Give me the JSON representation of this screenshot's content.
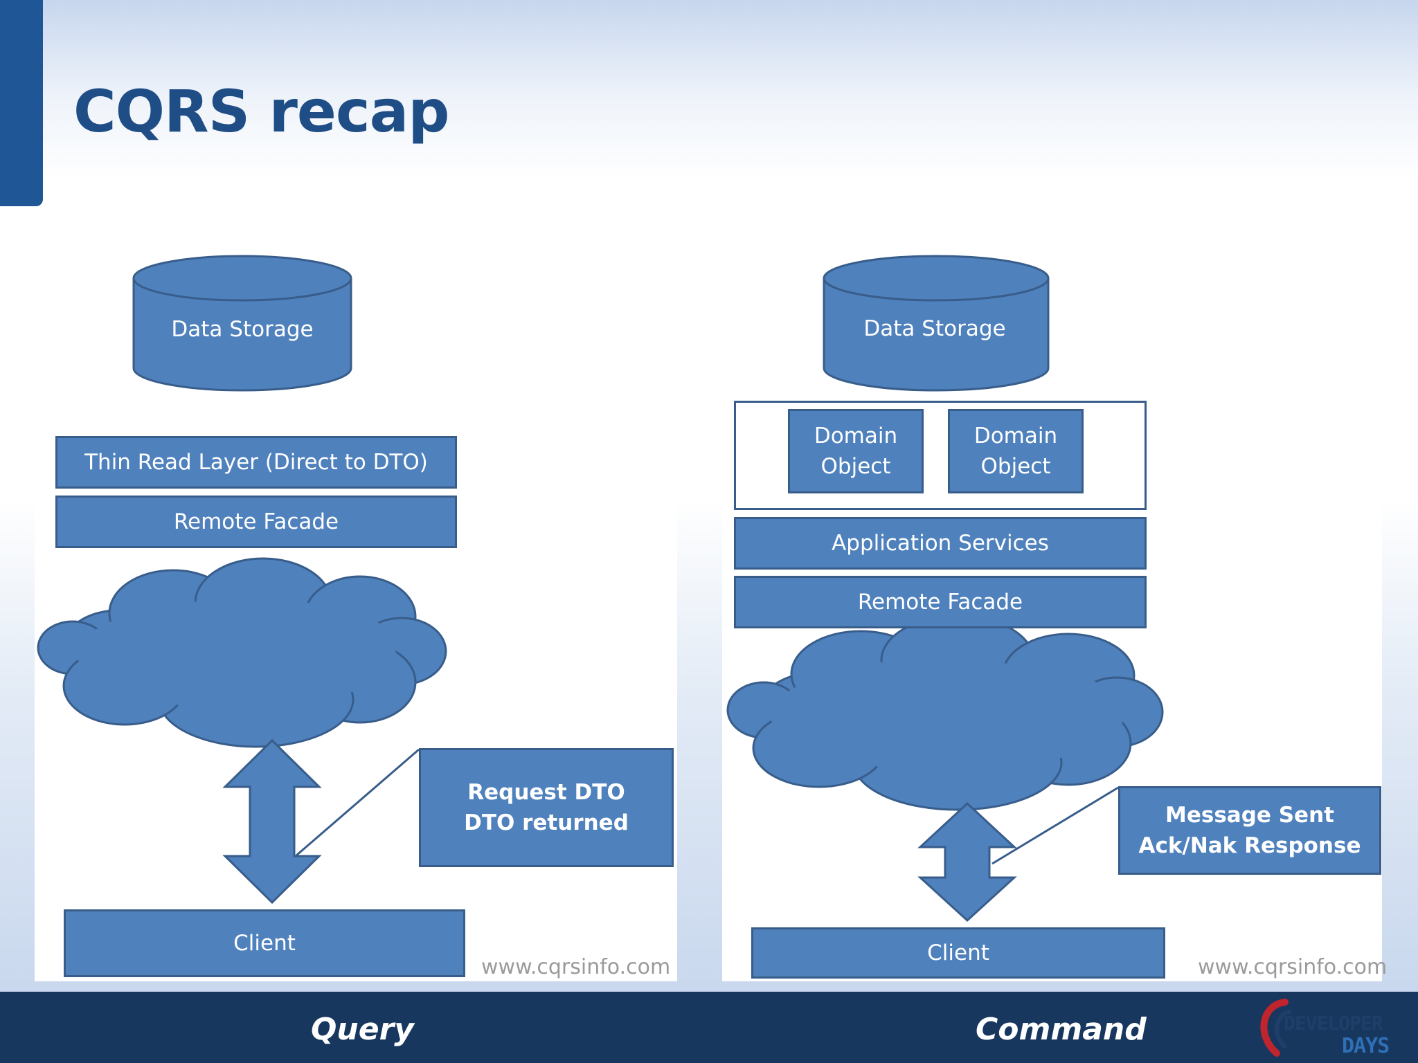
{
  "slide": {
    "title": "CQRS recap",
    "footer_left": "Query",
    "footer_right": "Command"
  },
  "query_diagram": {
    "storage": "Data Storage",
    "read_layer": "Thin Read Layer (Direct to DTO)",
    "facade": "Remote Facade",
    "callout": "Request DTO\nDTO returned",
    "client": "Client",
    "watermark": "www.cqrsinfo.com"
  },
  "command_diagram": {
    "storage": "Data Storage",
    "domain_objects": [
      "Domain\nObject",
      "Domain\nObject"
    ],
    "app_services": "Application Services",
    "facade": "Remote Facade",
    "callout": "Message Sent\nAck/Nak Response",
    "client": "Client",
    "watermark": "www.cqrsinfo.com"
  },
  "logo": {
    "line1": "DEVELOPER",
    "line2": "DAYS"
  },
  "colors": {
    "shape_fill": "#4f81bd",
    "shape_stroke": "#385d8a",
    "title": "#1f4e86",
    "footer": "#17375e",
    "logo_red": "#c0242c"
  }
}
